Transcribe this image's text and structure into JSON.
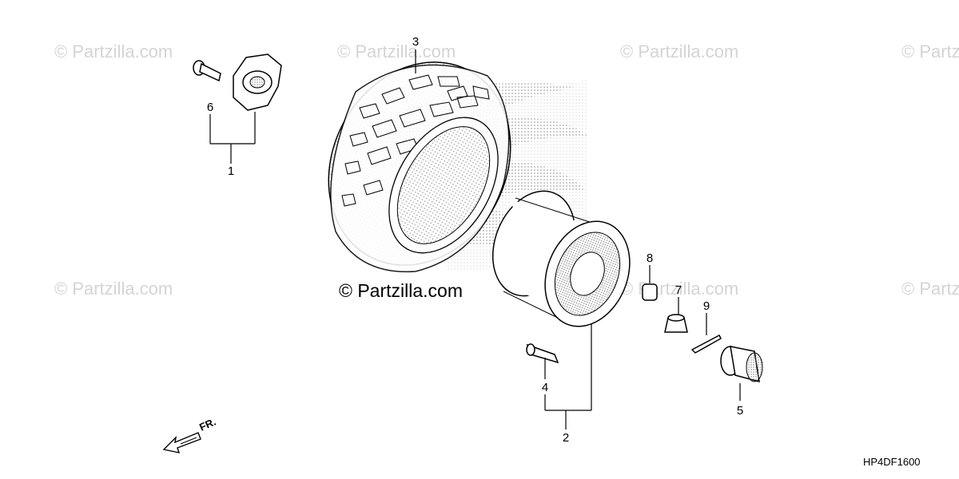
{
  "watermark": {
    "text": "© Partzilla.com",
    "main_text": "© Partzilla.com"
  },
  "diagram_code": "HP4DF1600",
  "direction_label": "FR.",
  "callouts": [
    {
      "id": "1",
      "label": "1"
    },
    {
      "id": "2",
      "label": "2"
    },
    {
      "id": "3",
      "label": "3"
    },
    {
      "id": "4",
      "label": "4"
    },
    {
      "id": "5",
      "label": "5"
    },
    {
      "id": "6",
      "label": "6"
    },
    {
      "id": "7",
      "label": "7"
    },
    {
      "id": "8",
      "label": "8"
    },
    {
      "id": "9",
      "label": "9"
    }
  ],
  "colors": {
    "line": "#000000",
    "watermark": "#d4d4d4",
    "shade": "#b8b8b8"
  }
}
